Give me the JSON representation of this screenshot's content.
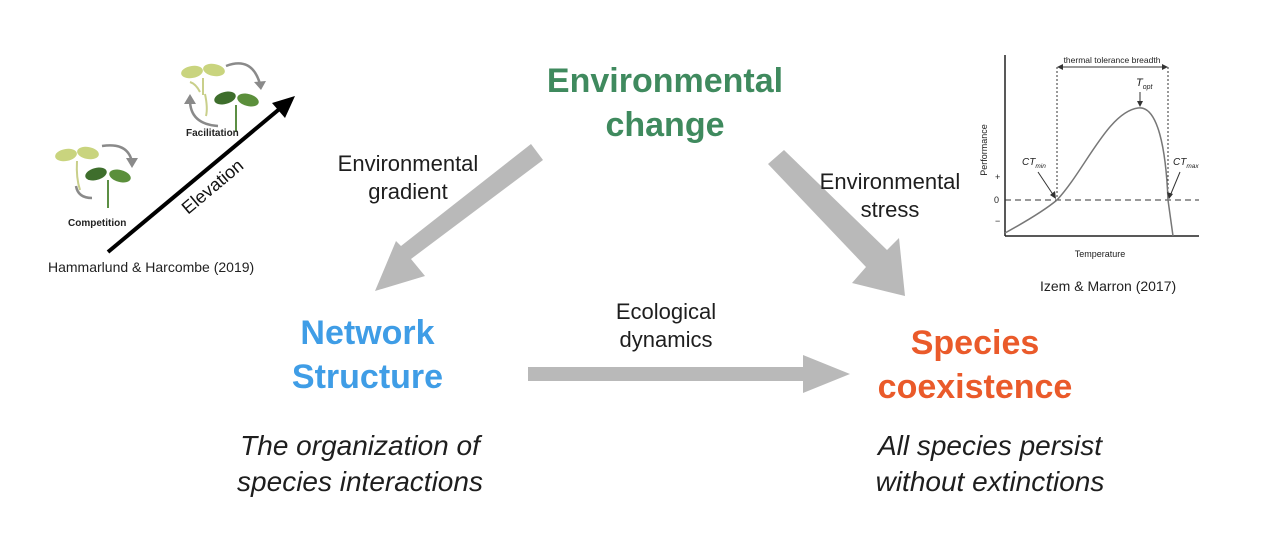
{
  "nodes": {
    "env_change": {
      "line1": "Environmental",
      "line2": "change",
      "color": "#3f8a5e"
    },
    "network": {
      "line1": "Network",
      "line2": "Structure",
      "color": "#3f9de6",
      "desc1": "The organization of",
      "desc2": "species interactions"
    },
    "species": {
      "line1": "Species",
      "line2": "coexistence",
      "color": "#ea5a2a",
      "desc1": "All species persist",
      "desc2": "without extinctions"
    }
  },
  "edges": {
    "gradient": {
      "line1": "Environmental",
      "line2": "gradient"
    },
    "stress": {
      "line1": "Environmental",
      "line2": "stress"
    },
    "dynamics": {
      "line1": "Ecological",
      "line2": "dynamics"
    },
    "arrow_color": "#b9b9b9"
  },
  "left_inset": {
    "facilitation": "Facilitation",
    "competition": "Competition",
    "elevation": "Elevation",
    "citation": "Hammarlund & Harcombe (2019)"
  },
  "right_inset": {
    "bracket_label": "thermal tolerance breadth",
    "t_opt": "T",
    "t_opt_sub": "opt",
    "ct_min": "CT",
    "ct_min_sub": "min",
    "ct_max": "CT",
    "ct_max_sub": "max",
    "y_label": "Performance",
    "x_label": "Temperature",
    "tick_plus": "+",
    "tick_zero": "0",
    "tick_minus": "−",
    "citation": "Izem & Marron (2017)"
  }
}
